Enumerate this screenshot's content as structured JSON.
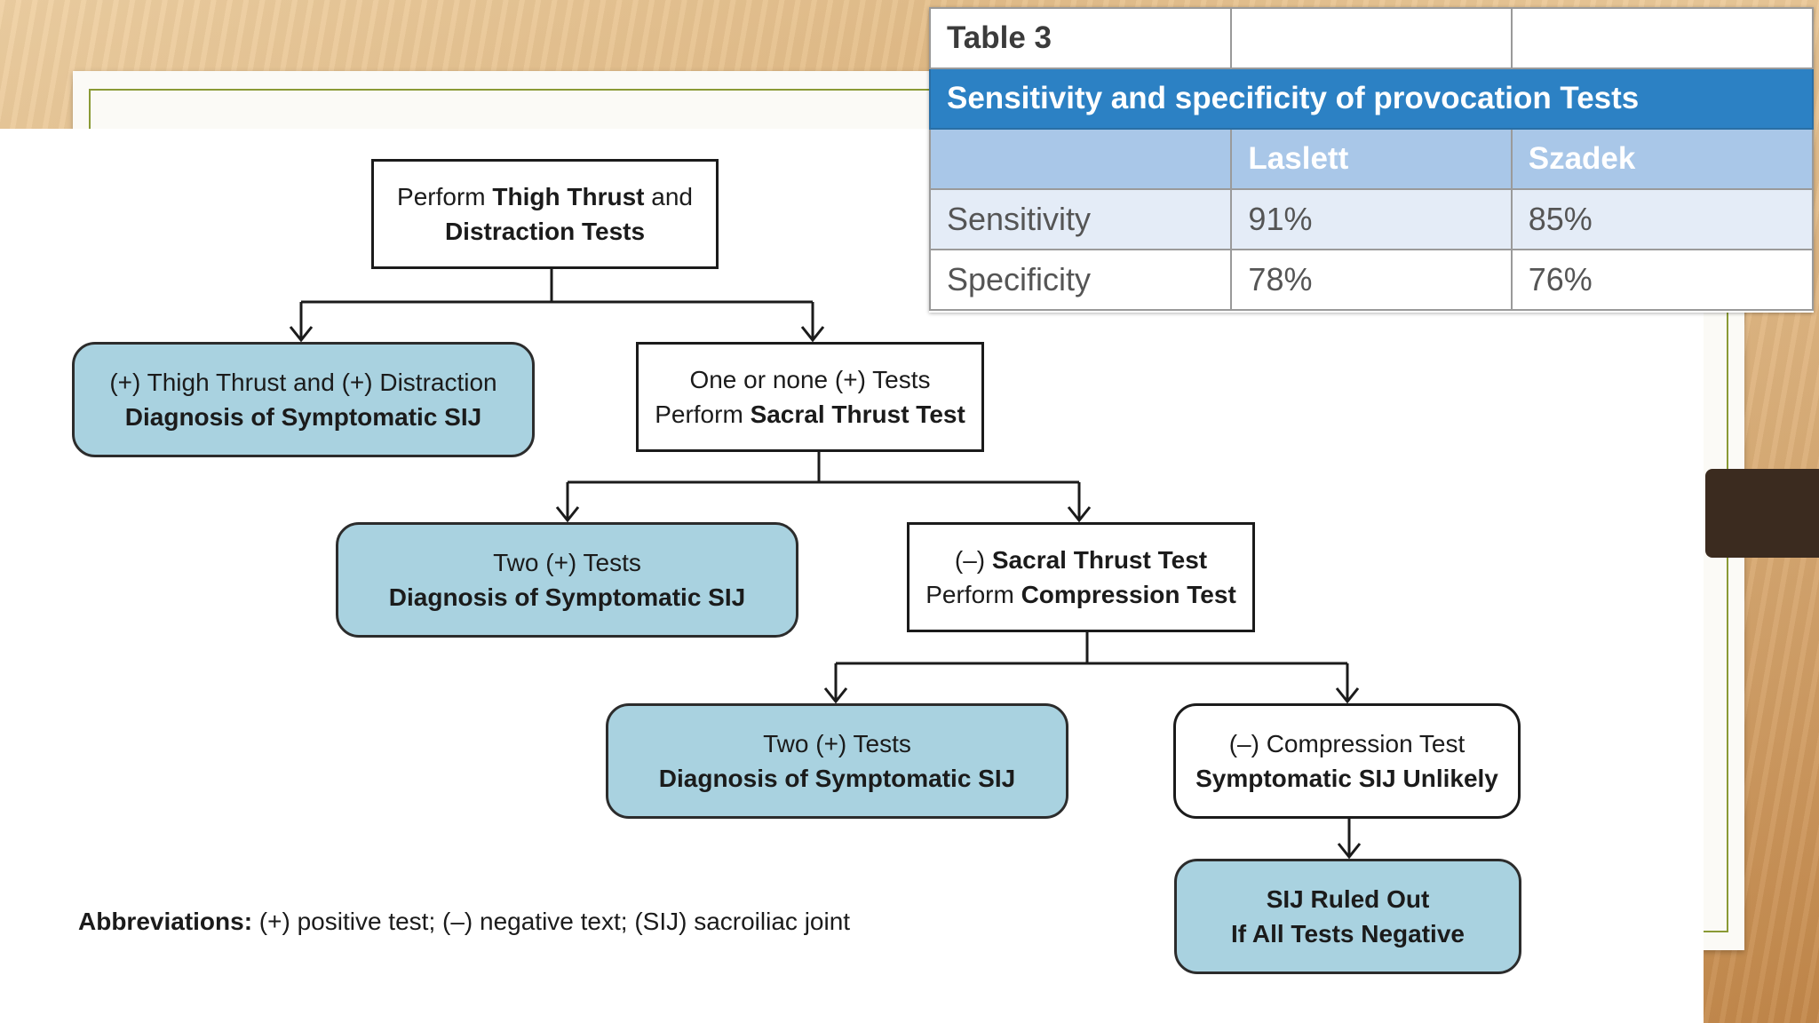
{
  "flowchart": {
    "start": {
      "pre": "Perform ",
      "bold": "Thigh Thrust",
      "post": " and",
      "line2": "Distraction Tests"
    },
    "both_positive": {
      "line1": "(+) Thigh Thrust and (+) Distraction",
      "line2": "Diagnosis of Symptomatic SIJ"
    },
    "one_or_none": {
      "line1": "One or none (+) Tests",
      "pre": "Perform ",
      "bold": "Sacral Thrust Test"
    },
    "two_positive_a": {
      "line1": "Two (+) Tests",
      "line2": "Diagnosis of Symptomatic SIJ"
    },
    "neg_sacral": {
      "pre1": "(–) ",
      "bold1": "Sacral Thrust Test",
      "pre2": "Perform ",
      "bold2": "Compression Test"
    },
    "two_positive_b": {
      "line1": "Two (+) Tests",
      "line2": "Diagnosis of Symptomatic SIJ"
    },
    "neg_compression": {
      "line1": "(–) Compression Test",
      "line2": "Symptomatic SIJ Unlikely"
    },
    "ruled_out": {
      "line1": "SIJ Ruled Out",
      "line2": "If All Tests Negative"
    }
  },
  "abbreviations": {
    "label": "Abbreviations:",
    "text": " (+) positive test; (–) negative text; (SIJ) sacroiliac joint"
  },
  "table": {
    "caption": "Table 3",
    "title": "Sensitivity and specificity of provocation Tests",
    "headers": [
      "",
      "Laslett",
      "Szadek"
    ],
    "rows": [
      [
        "Sensitivity",
        "91%",
        "85%"
      ],
      [
        "Specificity",
        "78%",
        "76%"
      ]
    ]
  },
  "colors": {
    "box_blue": "#a9d2e0",
    "table_title_blue": "#2c81c4",
    "table_header_blue": "#a9c7e8",
    "slide_border_green": "#8a9a35"
  }
}
